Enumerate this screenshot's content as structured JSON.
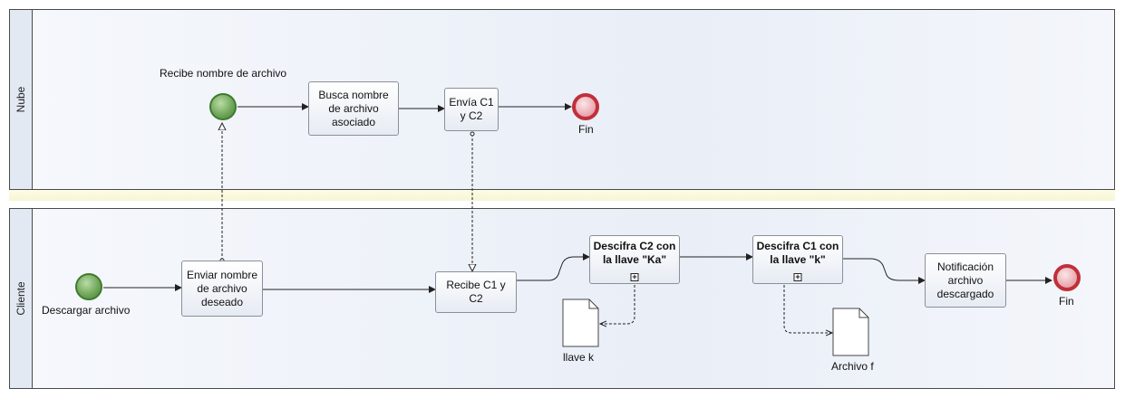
{
  "pools": {
    "nube": {
      "label": "Nube"
    },
    "cliente": {
      "label": "Cliente"
    }
  },
  "nube": {
    "start_label": "Recibe nombre de archivo",
    "task_busca": "Busca nombre de archivo asociado",
    "task_envia": "Envía C1 y C2",
    "end_label": "Fin"
  },
  "cliente": {
    "start_label": "Descargar archivo",
    "task_enviar": "Enviar nombre de archivo deseado",
    "task_recibe": "Recibe C1 y C2",
    "task_descifra_c2": "Descifra C2 con la llave \"Ka\"",
    "task_descifra_c1": "Descifra C1 con la llave \"k\"",
    "task_notificacion": "Notificación archivo descargado",
    "doc_llave": "llave k",
    "doc_archivo": "Archivo f",
    "end_label": "Fin",
    "subprocess_marker": "+"
  },
  "colors": {
    "start_event": "#6ca356",
    "end_event": "#c0303a",
    "pool_border": "#4a4a4a"
  }
}
